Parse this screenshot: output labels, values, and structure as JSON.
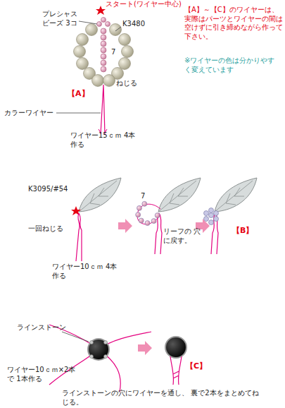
{
  "diagram": {
    "labels": [
      "スタート(ワイヤー中心)",
      "プレシャス ビーズ 3コ",
      "K3480",
      "7",
      "ねじる",
      "【A】",
      "カラーワイヤー",
      "ワイヤー15ｃｍ 4本作る",
      "【A】～【C】のワイヤーは、実際はパーツとワイヤーの間は空けずに引き締めながら作って下さい。",
      "※ワイヤーの色は分かりやすく変えています",
      "K3095/#54",
      "一回ねじる",
      "ワイヤー10ｃｍ 4本作る",
      "7",
      "リーフの 穴に戻す。",
      "【B】",
      "ラインストーン",
      "ワイヤー10ｃｍ×2本で 1本作る",
      "【C】",
      "ラインストーンの穴にワイヤーを通し、 裏で2本をまとめてねじる。"
    ]
  }
}
